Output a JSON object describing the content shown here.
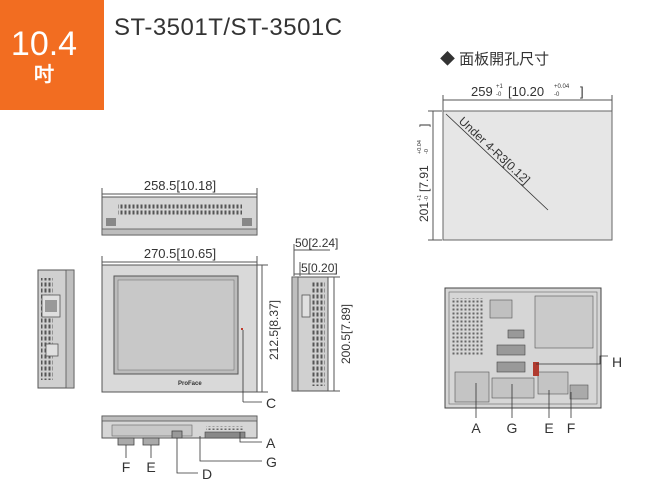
{
  "badge": {
    "size": "10.4",
    "unit": "吋"
  },
  "model": "ST-3501T/ST-3501C",
  "cutout": {
    "title": "◆ 面板開孔尺寸",
    "width_label": "259",
    "width_tol": [
      "+1",
      "-0"
    ],
    "width_inch": "[10.20",
    "width_inch_tol": [
      "+0.04",
      "-0"
    ],
    "width_close": "]",
    "height_label": "201",
    "height_tol": [
      "+1",
      "-0"
    ],
    "height_inch": "[7.91",
    "height_inch_tol": [
      "+0.04",
      "-0"
    ],
    "height_close": "]",
    "corner_label": "Under 4-R3[0.12]"
  },
  "dims": {
    "top_width": "258.5[10.18]",
    "front_width": "270.5[10.65]",
    "front_height": "212.5[8.37]",
    "depth": "50[2.24]",
    "bezel": "5[0.20]",
    "side_height": "200.5[7.89]"
  },
  "brand": "ProFace",
  "labels": {
    "A": "A",
    "C": "C",
    "D": "D",
    "E": "E",
    "F": "F",
    "G": "G",
    "H": "H"
  }
}
